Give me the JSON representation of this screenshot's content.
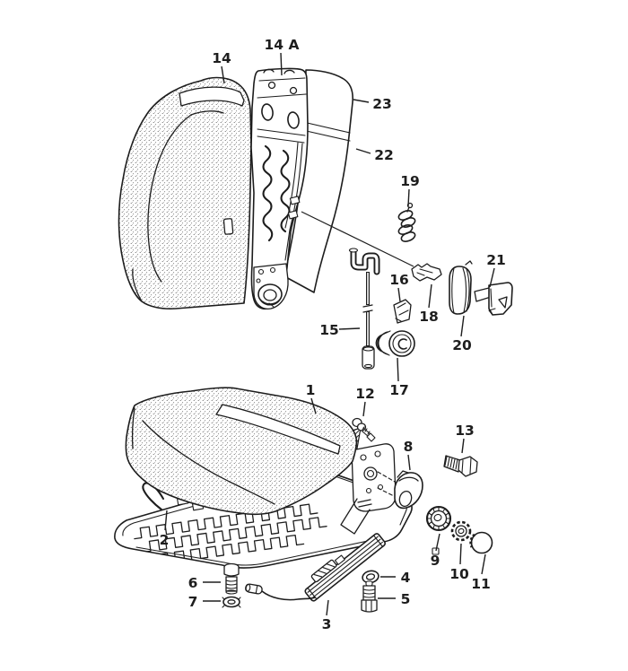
{
  "colors": {
    "background": "#ffffff",
    "ink": "#1d1d1d"
  },
  "callouts": {
    "backrest_cushion": "14",
    "backrest_frame": "14 A",
    "panel_upper": "23",
    "panel_lower": "22",
    "spring": "19",
    "release_handle": "21",
    "clip": "16",
    "latch": "18",
    "actuating_rod": "15",
    "trim_pad": "20",
    "grommet": "17",
    "seat_cushion": "1",
    "screw": "12",
    "recliner_cover": "8",
    "hex_bolt": "13",
    "seat_frame": "2",
    "adjuster_gear": "9",
    "lock_washer": "10",
    "cover_cap": "11",
    "front_bolt": "6",
    "front_washer": "7",
    "seat_rail": "3",
    "rail_washer": "4",
    "rail_bolt": "5"
  }
}
